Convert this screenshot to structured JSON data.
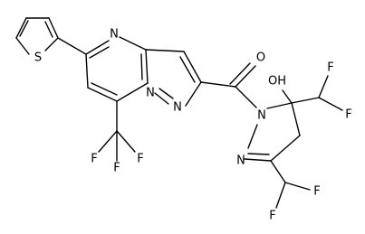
{
  "diagram": {
    "type": "chemical-structure",
    "atom_labels": {
      "thiophene_S": "S",
      "pyrimidine_N": "N",
      "bridge_N": "N",
      "pyrazole_N": "N",
      "carbonyl_O": "O",
      "pyrazoline_N1": "N",
      "pyrazoline_N2": "N",
      "hydroxyl": "OH",
      "cf3_F_left": "F",
      "cf3_F_right": "F",
      "cf3_F_bottom": "F",
      "chf2_top_F1": "F",
      "chf2_top_F2": "F",
      "chf2_bottom_F1": "F",
      "chf2_bottom_F2": "F"
    }
  }
}
